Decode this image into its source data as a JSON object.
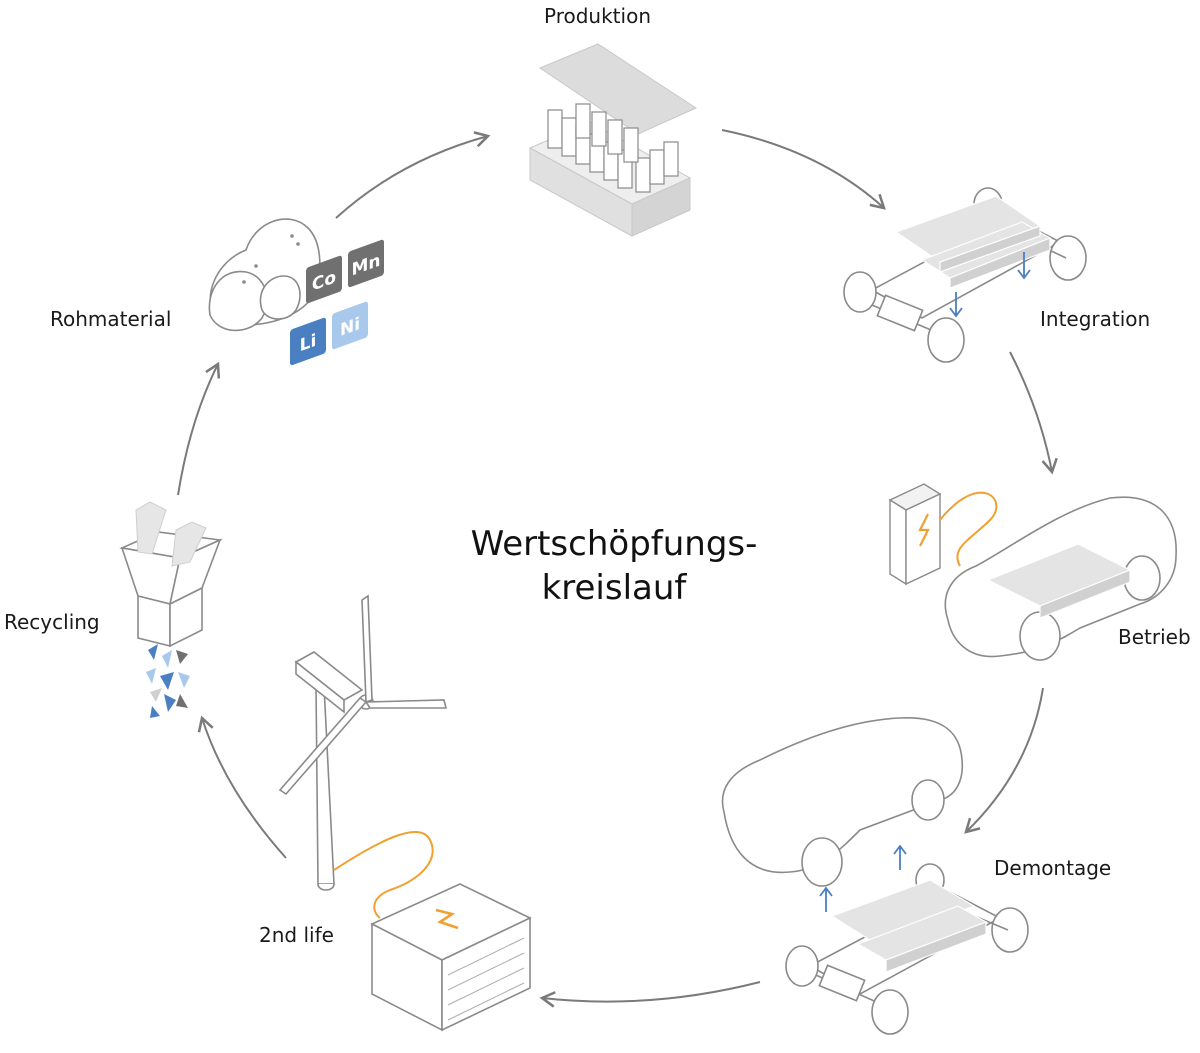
{
  "title": {
    "line1": "Wertschöpfungs-",
    "line2": "kreislauf"
  },
  "stages": {
    "produktion": "Produktion",
    "integration": "Integration",
    "betrieb": "Betrieb",
    "demontage": "Demontage",
    "second_life": "2nd life",
    "recycling": "Recycling",
    "rohmaterial": "Rohmaterial"
  },
  "elements": {
    "co": "Co",
    "mn": "Mn",
    "li": "Li",
    "ni": "Ni"
  },
  "colors": {
    "stroke": "#8a8a8a",
    "arrow": "#7a7a7a",
    "grey_fill": "#e4e4e4",
    "blue": "#4a7fc1",
    "light_blue": "#a9c9ec",
    "dark_grey": "#707070",
    "orange": "#f0a030"
  }
}
